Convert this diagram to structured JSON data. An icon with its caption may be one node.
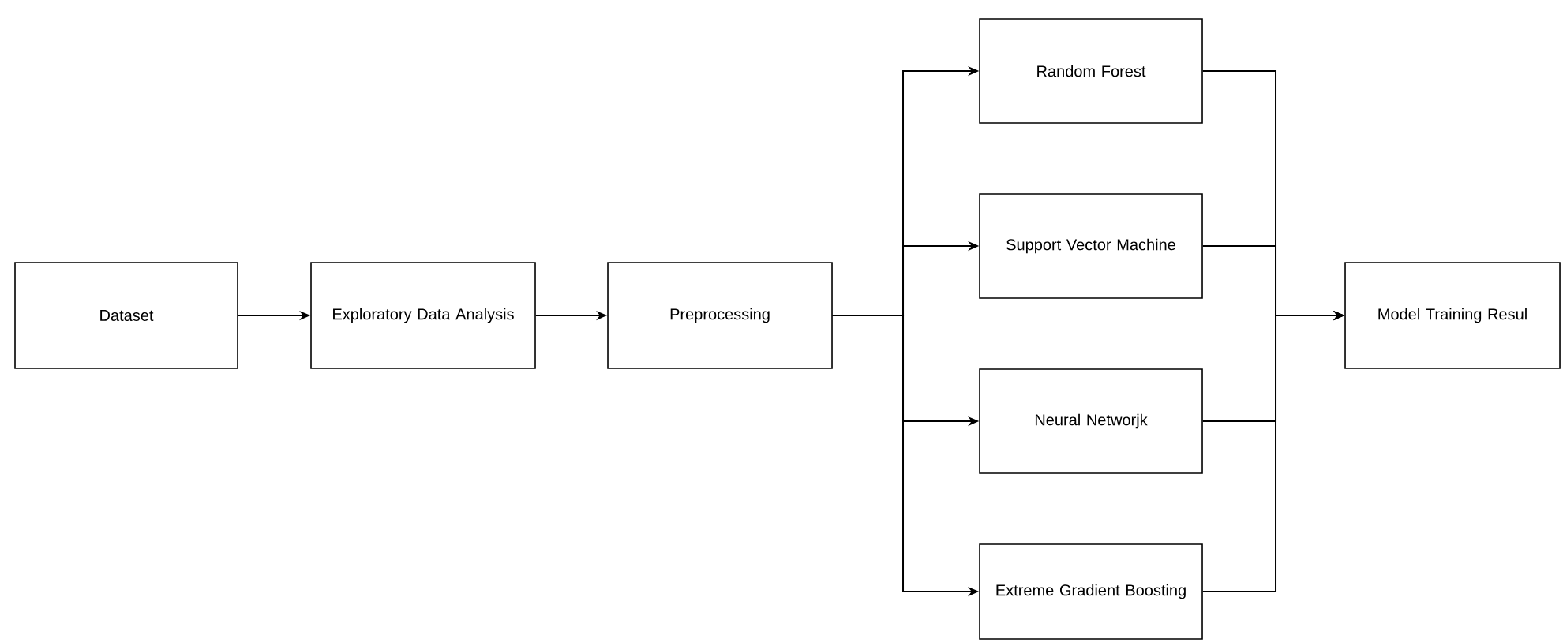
{
  "diagram": {
    "nodes": [
      {
        "text": [
          "Dataset"
        ]
      },
      {
        "text": [
          "Exploratory Data Analysis"
        ]
      },
      {
        "text": [
          "Preprocessing"
        ]
      },
      {
        "text": [
          "Random Forest"
        ]
      },
      {
        "text": [
          "Support Vector Machine"
        ]
      },
      {
        "text": [
          "Neural Networjk"
        ]
      },
      {
        "text": [
          "Extreme Gradient Boosting"
        ]
      },
      {
        "text": [
          "Model Training Resul"
        ]
      }
    ],
    "edges": [
      {
        "from": 0,
        "to": 1,
        "arrow": "to"
      },
      {
        "from": 1,
        "to": 2,
        "arrow": "to"
      },
      {
        "from": 2,
        "to": 3,
        "arrow": "to"
      },
      {
        "from": 2,
        "to": 4,
        "arrow": "to"
      },
      {
        "from": 2,
        "to": 5,
        "arrow": "to"
      },
      {
        "from": 2,
        "to": 6,
        "arrow": "to"
      },
      {
        "from": 3,
        "to": 7,
        "arrow": "to"
      },
      {
        "from": 4,
        "to": 7,
        "arrow": "to"
      },
      {
        "from": 5,
        "to": 7,
        "arrow": "to"
      },
      {
        "from": 6,
        "to": 7,
        "arrow": "to"
      }
    ]
  }
}
